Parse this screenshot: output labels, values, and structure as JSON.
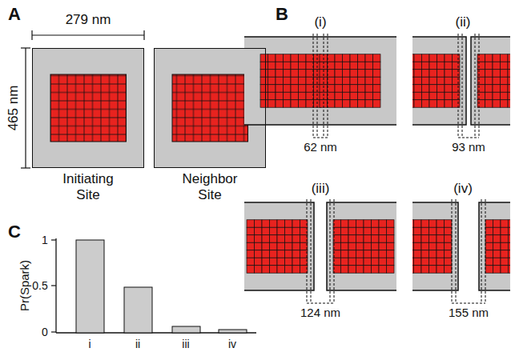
{
  "diagram": {
    "nodes": [
      {
        "text": [
          "Initiating Site"
        ]
      },
      {
        "text": [
          "Neighbor Site"
        ]
      }
    ],
    "labels": [
      "A",
      "279 nm",
      "465 nm",
      "B",
      "(i)",
      "(ii)",
      "62 nm",
      "93 nm",
      "(iii)",
      "(iv)",
      "124 nm",
      "155 nm",
      "C",
      "Pr(Spark)",
      "1",
      "0.5",
      "0",
      "i",
      "ii",
      "iii",
      "iv"
    ]
  }
}
